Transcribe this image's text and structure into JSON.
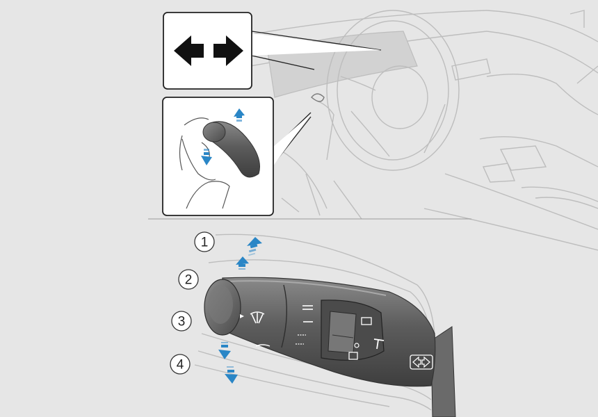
{
  "colors": {
    "background": "#e6e6e6",
    "arrow_blue": "#2a86c6",
    "callout_border": "#222222",
    "panel_fill": "#ffffff",
    "stalk_dark": "#5e5e5e"
  },
  "icons": {
    "indicator_callout": "left-right-arrows-icon",
    "stalk_end": "left-right-arrows-icon",
    "wiper": "windscreen-wiper-icon",
    "washer": "washer-spray-icon"
  },
  "positions": [
    {
      "label": "1"
    },
    {
      "label": "2"
    },
    {
      "label": "3"
    },
    {
      "label": "4"
    }
  ]
}
